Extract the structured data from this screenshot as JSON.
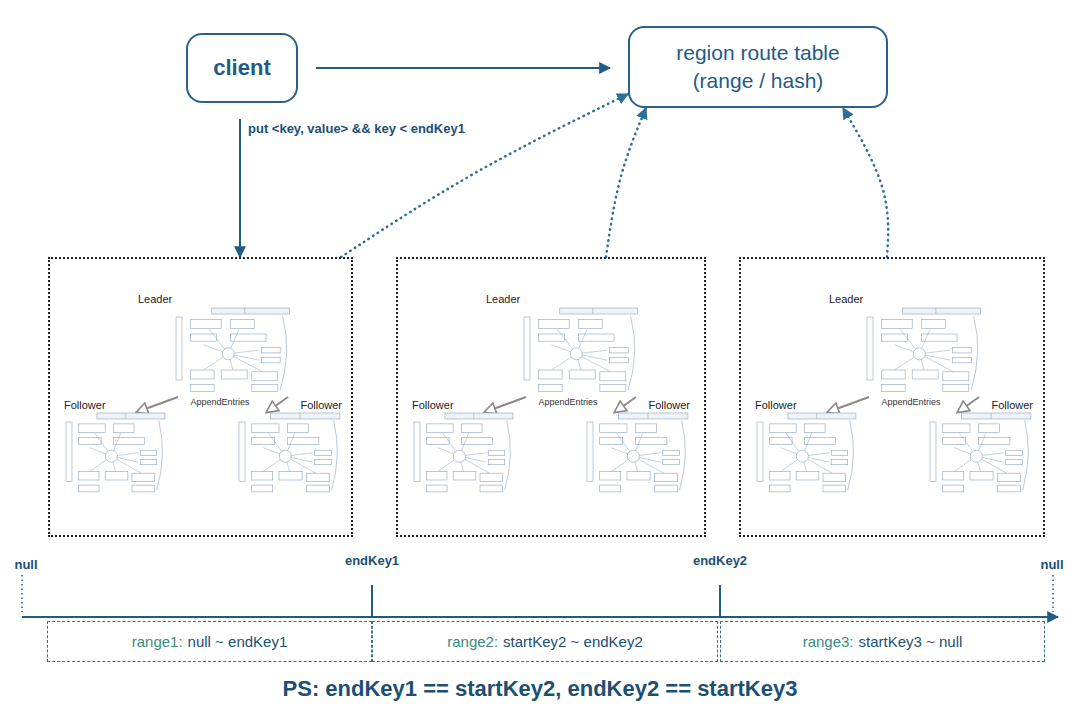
{
  "diagram": {
    "nodes": [
      {
        "text": [
          "client"
        ]
      },
      {
        "text": [
          "region route table (range / hash)"
        ]
      },
      {
        "text": []
      },
      {
        "text": [
          "Leader"
        ],
        "in": 2
      },
      {
        "text": [
          "Follower"
        ],
        "in": 2
      },
      {
        "text": [
          "Follower"
        ],
        "in": 2
      },
      {
        "text": []
      },
      {
        "text": [
          "Leader"
        ],
        "in": 6
      },
      {
        "text": [
          "Follower"
        ],
        "in": 6
      },
      {
        "text": [
          "Follower"
        ],
        "in": 6
      },
      {
        "text": []
      },
      {
        "text": [
          "Leader"
        ],
        "in": 10
      },
      {
        "text": [
          "Follower"
        ],
        "in": 10
      },
      {
        "text": [
          "Follower"
        ],
        "in": 10
      },
      {
        "text": [
          "range1:",
          "null ~ endKey1"
        ]
      },
      {
        "text": [
          "range2:",
          "startKey2 ~ endKey2"
        ]
      },
      {
        "text": [
          "range3:",
          "startKey3 ~ null"
        ]
      }
    ],
    "edges": [
      {
        "from": 0,
        "to": 1,
        "arrow": "to"
      },
      {
        "from": 0,
        "to": 2,
        "label": "put <key, value> && key < endKey1",
        "arrow": "to"
      },
      {
        "from": 2,
        "to": 1,
        "arrow": "to"
      },
      {
        "from": 6,
        "to": 1,
        "arrow": "to"
      },
      {
        "from": 10,
        "to": 1,
        "arrow": "to"
      },
      {
        "from": 3,
        "to": 4,
        "arrow": "to"
      },
      {
        "from": 3,
        "to": 5,
        "arrow": "to"
      },
      {
        "from": 7,
        "to": 8,
        "arrow": "to"
      },
      {
        "from": 7,
        "to": 9,
        "arrow": "to"
      },
      {
        "from": 11,
        "to": 12,
        "arrow": "to"
      },
      {
        "from": 11,
        "to": 13,
        "arrow": "to"
      }
    ],
    "labels": [
      "AppendEntries",
      "AppendEntries",
      "AppendEntries",
      "null",
      "endKey1",
      "endKey2",
      "null",
      "PS: endKey1 == startKey2, endKey2 == startKey3"
    ]
  }
}
